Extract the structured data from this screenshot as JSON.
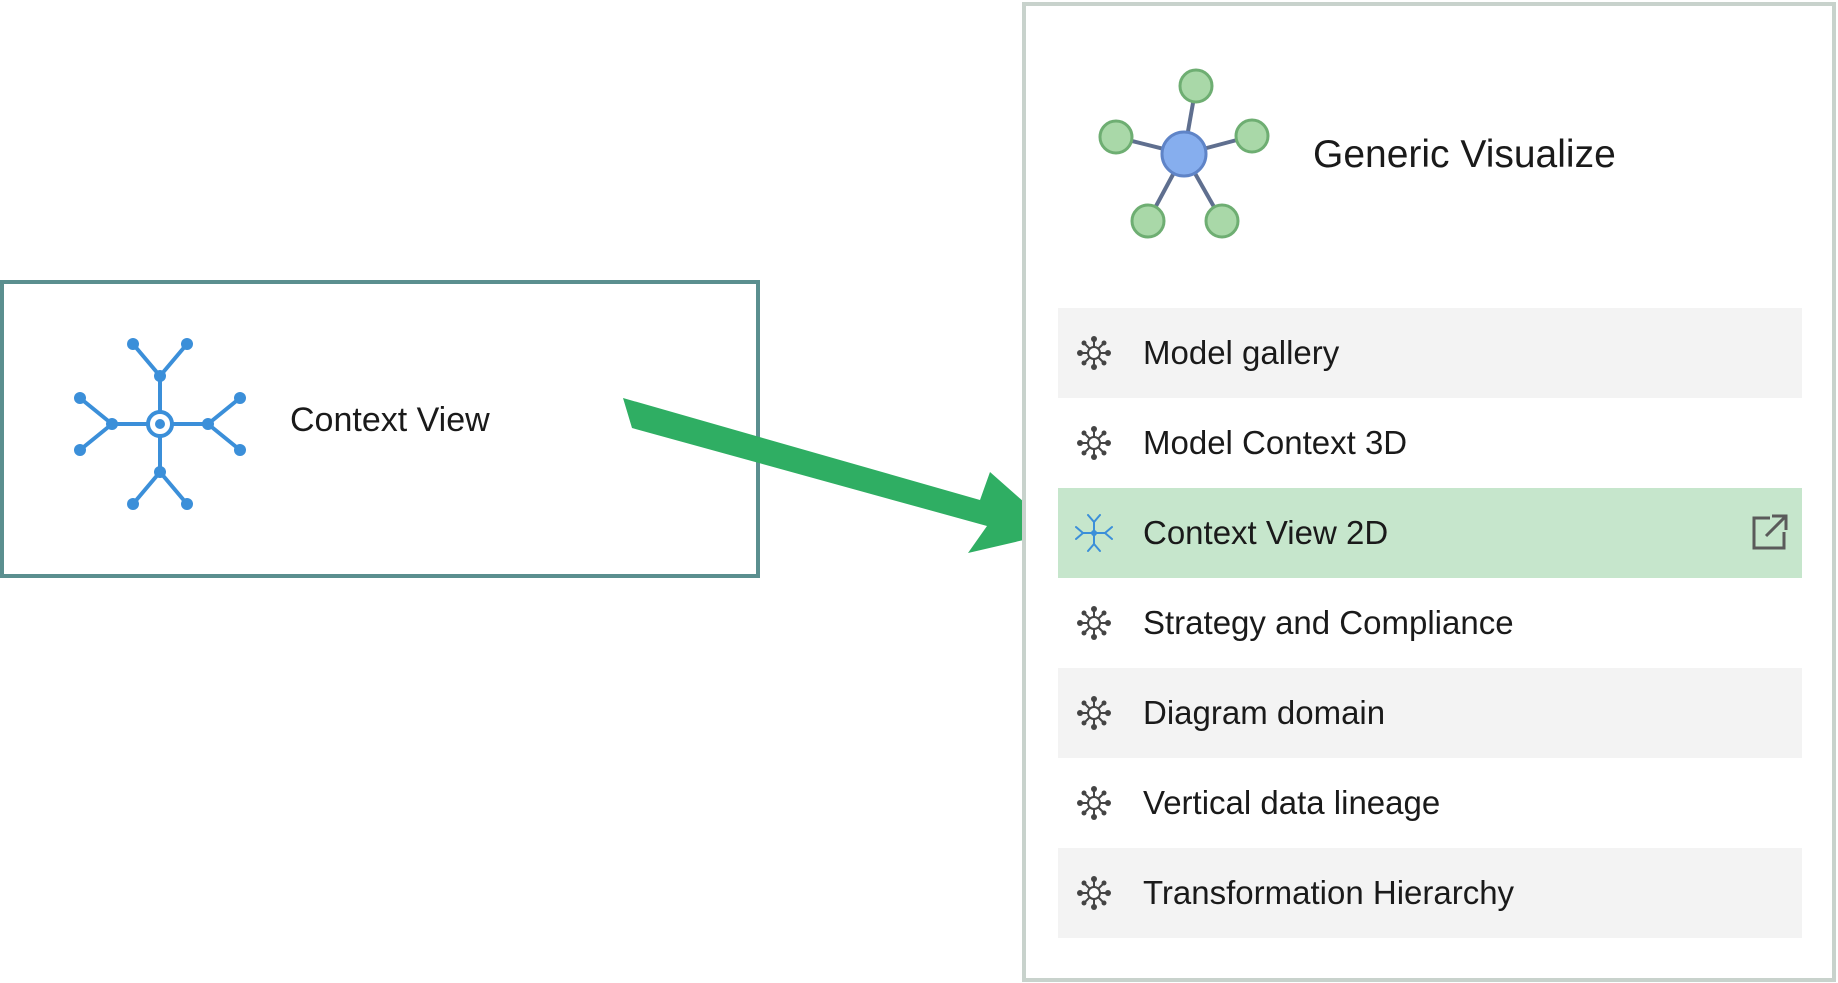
{
  "context_card": {
    "label": "Context View",
    "icon": "context-view-icon",
    "border_color": "#5b8f8f",
    "icon_color": "#3b8fd9"
  },
  "arrow": {
    "color": "#2fae63"
  },
  "panel": {
    "title": "Generic Visualize",
    "icon": "network-graph-icon",
    "highlight_color": "#c6e6cc",
    "items": [
      {
        "label": "Model gallery",
        "icon": "network-node-icon",
        "active": false
      },
      {
        "label": "Model Context 3D",
        "icon": "network-node-icon",
        "active": false
      },
      {
        "label": "Context View 2D",
        "icon": "context-view-icon",
        "active": true,
        "trailing_icon": "open-external-icon"
      },
      {
        "label": "Strategy and Compliance",
        "icon": "network-node-icon",
        "active": false
      },
      {
        "label": "Diagram domain",
        "icon": "network-node-icon",
        "active": false
      },
      {
        "label": "Vertical data lineage",
        "icon": "network-node-icon",
        "active": false
      },
      {
        "label": "Transformation Hierarchy",
        "icon": "network-node-icon",
        "active": false
      }
    ]
  }
}
